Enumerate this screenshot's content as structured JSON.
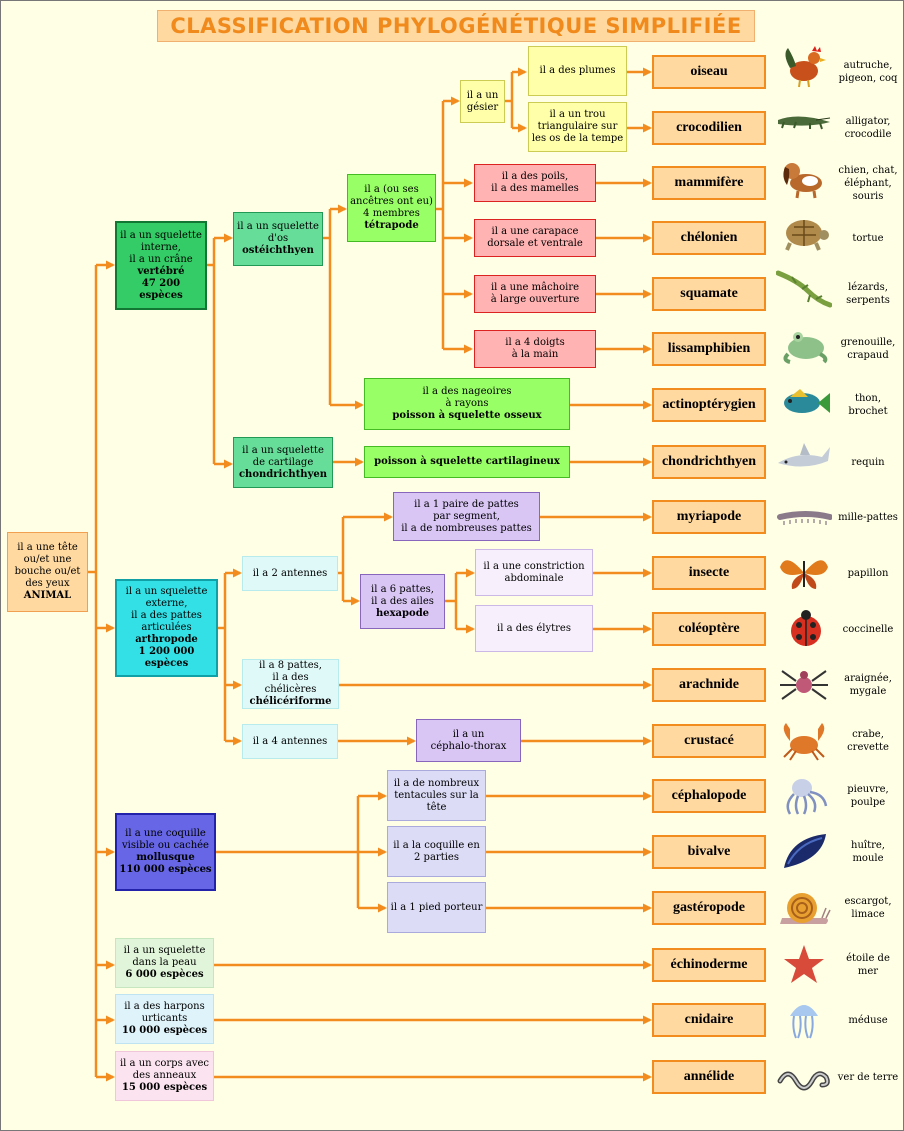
{
  "title": "CLASSIFICATION PHYLOGÉNÉTIQUE SIMPLIFIÉE",
  "root": {
    "lines": [
      "il a une tête",
      "ou/et une",
      "bouche ou/et",
      "des yeux"
    ],
    "bold": "ANIMAL"
  },
  "vertebre": {
    "lines": [
      "il a un squelette",
      "interne,",
      "il a un crâne"
    ],
    "bold": [
      "vertébré",
      "47 200 espèces"
    ]
  },
  "arthropode": {
    "lines": [
      "il a un squelette",
      "externe,",
      "il a des pattes",
      "articulées"
    ],
    "bold": [
      "arthropode",
      "1 200 000 espèces"
    ]
  },
  "mollusque": {
    "lines": [
      "il a une coquille",
      "visible ou cachée"
    ],
    "bold": [
      "mollusque",
      "110 000 espèces"
    ]
  },
  "echino_box": {
    "lines": [
      "il a un squelette",
      "dans la peau"
    ],
    "bold": [
      "6 000 espèces"
    ]
  },
  "cnid_box": {
    "lines": [
      "il a des harpons",
      "urticants"
    ],
    "bold": [
      "10 000 espèces"
    ]
  },
  "annel_box": {
    "lines": [
      "il a un corps avec",
      "des anneaux"
    ],
    "bold": [
      "15 000 espèces"
    ]
  },
  "osteichthyen": {
    "lines": [
      "il a un squelette",
      "d'os"
    ],
    "bold": "ostéichthyen"
  },
  "chondrichthyen_box": {
    "lines": [
      "il a un squelette",
      "de cartilage"
    ],
    "bold": "chondrichthyen"
  },
  "tetrapode": {
    "lines": [
      "il a (ou ses",
      "ancêtres ont eu)",
      "4 membres"
    ],
    "bold": "tétrapode"
  },
  "gesier": {
    "lines": [
      "il a un",
      "gésier"
    ]
  },
  "plumes": {
    "lines": [
      "il a des plumes"
    ]
  },
  "trou": {
    "lines": [
      "il a un trou",
      "triangulaire sur",
      "les os de la tempe"
    ]
  },
  "poils": {
    "lines": [
      "il a des poils,",
      "il a des mamelles"
    ]
  },
  "carapace": {
    "lines": [
      "il a une carapace",
      "dorsale et ventrale"
    ]
  },
  "machoire": {
    "lines": [
      "il a une mâchoire",
      "à large ouverture"
    ]
  },
  "doigts": {
    "lines": [
      "il a 4 doigts",
      "à la main"
    ]
  },
  "nageoires": {
    "lines": [
      "il a des nageoires",
      "à rayons"
    ],
    "bold": "poisson  à squelette osseux"
  },
  "cartilagineux": {
    "bold": "poisson  à squelette cartilagineux"
  },
  "antennes2": {
    "lines": [
      "il a 2 antennes"
    ]
  },
  "myriapode_box": {
    "lines": [
      "il a 1 paire de pattes",
      "par segment,",
      "il a de nombreuses pattes"
    ]
  },
  "hexapode": {
    "lines": [
      "il a 6 pattes,",
      "il  a des ailes"
    ],
    "bold": "hexapode"
  },
  "constriction": {
    "lines": [
      "il a une constriction",
      "abdominale"
    ]
  },
  "elytres": {
    "lines": [
      "il a des élytres"
    ]
  },
  "pattes8": {
    "lines": [
      "il a 8 pattes,",
      "il a des chélicères"
    ],
    "bold": "chélicériforme"
  },
  "antennes4": {
    "lines": [
      "il a 4 antennes"
    ]
  },
  "cephalothorax": {
    "lines": [
      "il a un",
      "céphalo-thorax"
    ]
  },
  "tentacules": {
    "lines": [
      "il a de nombreux",
      "tentacules sur la",
      "tête"
    ]
  },
  "coquille2": {
    "lines": [
      "il a la coquille en",
      "2 parties"
    ]
  },
  "pied": {
    "lines": [
      "il a 1 pied porteur"
    ]
  },
  "groups": [
    {
      "name": "oiseau",
      "examples": [
        "autruche,",
        "pigeon, coq"
      ],
      "icon": "rooster-icon"
    },
    {
      "name": "crocodilien",
      "examples": [
        "alligator,",
        "crocodile"
      ],
      "icon": "crocodile-icon"
    },
    {
      "name": "mammifère",
      "examples": [
        "chien, chat,",
        "éléphant,",
        "souris"
      ],
      "icon": "dog-icon"
    },
    {
      "name": "chélonien",
      "examples": [
        "tortue"
      ],
      "icon": "turtle-icon"
    },
    {
      "name": "squamate",
      "examples": [
        "lézards,",
        "serpents"
      ],
      "icon": "lizard-icon"
    },
    {
      "name": "lissamphibien",
      "examples": [
        "grenouille,",
        "crapaud"
      ],
      "icon": "frog-icon"
    },
    {
      "name": "actinoptérygien",
      "examples": [
        "thon,",
        "brochet"
      ],
      "icon": "fish-icon"
    },
    {
      "name": "chondrichthyen",
      "examples": [
        "requin"
      ],
      "icon": "shark-icon"
    },
    {
      "name": "myriapode",
      "examples": [
        "mille-pattes"
      ],
      "icon": "millipede-icon"
    },
    {
      "name": "insecte",
      "examples": [
        "papillon"
      ],
      "icon": "butterfly-icon"
    },
    {
      "name": "coléoptère",
      "examples": [
        "coccinelle"
      ],
      "icon": "ladybug-icon"
    },
    {
      "name": "arachnide",
      "examples": [
        "araignée,",
        "mygale"
      ],
      "icon": "spider-icon"
    },
    {
      "name": "crustacé",
      "examples": [
        "crabe,",
        "crevette"
      ],
      "icon": "crab-icon"
    },
    {
      "name": "céphalopode",
      "examples": [
        "pieuvre,",
        "poulpe"
      ],
      "icon": "octopus-icon"
    },
    {
      "name": "bivalve",
      "examples": [
        "huître,",
        "moule"
      ],
      "icon": "mussel-icon"
    },
    {
      "name": "gastéropode",
      "examples": [
        "escargot,",
        "limace"
      ],
      "icon": "snail-icon"
    },
    {
      "name": "échinoderme",
      "examples": [
        "étoile de",
        "mer"
      ],
      "icon": "starfish-icon"
    },
    {
      "name": "cnidaire",
      "examples": [
        "méduse"
      ],
      "icon": "jellyfish-icon"
    },
    {
      "name": "annélide",
      "examples": [
        "ver de terre"
      ],
      "icon": "worm-icon"
    }
  ],
  "colors": {
    "arrow": "#f28c1f",
    "vertebre": "#33cc66",
    "arthropode": "#33e0e6",
    "mollusque": "#6666e6",
    "tetrapode": "#99ff66",
    "reptile": "#ffffaa",
    "mammal": "#ffb3b3",
    "hexapode": "#d9c6f5",
    "accent": "#ffd9a0"
  }
}
